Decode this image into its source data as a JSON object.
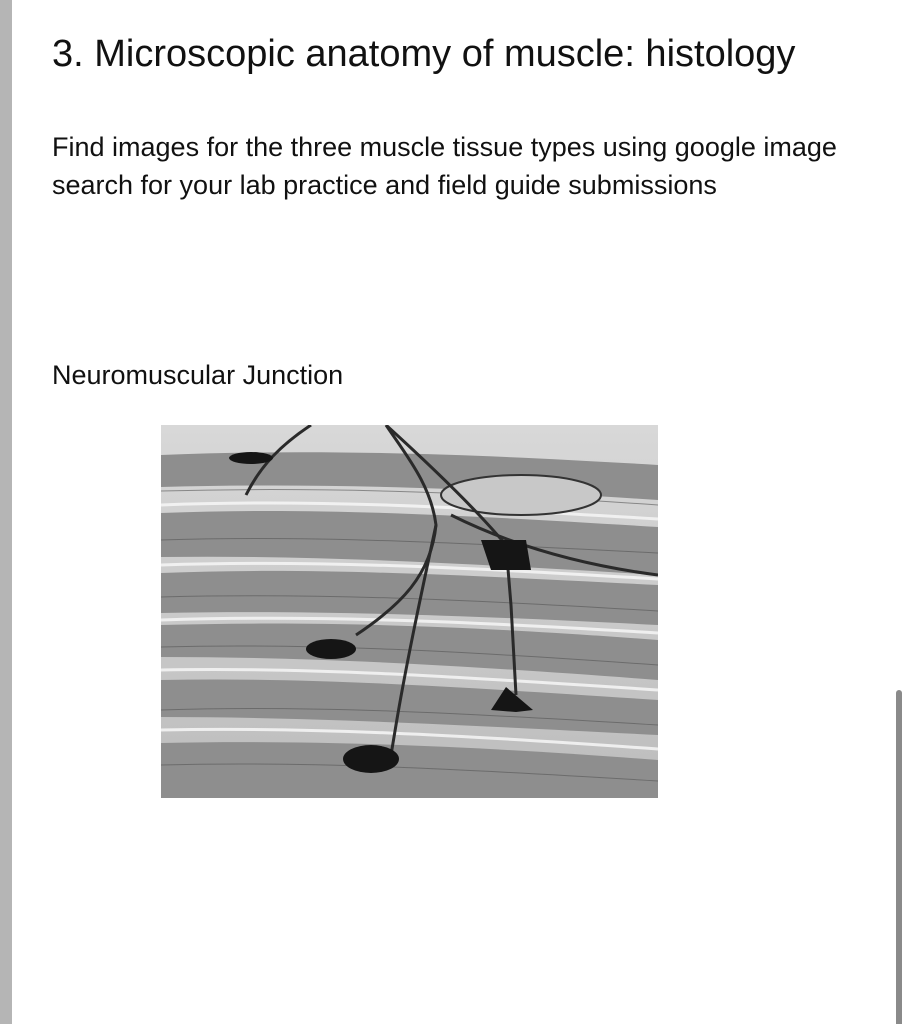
{
  "page": {
    "title": "3. Microscopic anatomy of muscle: histology",
    "instructions": "Find images for the three muscle  tissue types using google image search for your lab practice and field guide submissions",
    "figure_label": "Neuromuscular Junction"
  },
  "figure": {
    "subject": "Micrograph of skeletal muscle fibers with motor neuron axons terminating at neuromuscular junctions (motor end plates)",
    "style": "grayscale"
  },
  "colors": {
    "background": "#ffffff",
    "text": "#111111",
    "left_bar": "#b5b5b5",
    "scrollbar": "#8a8a8a"
  }
}
